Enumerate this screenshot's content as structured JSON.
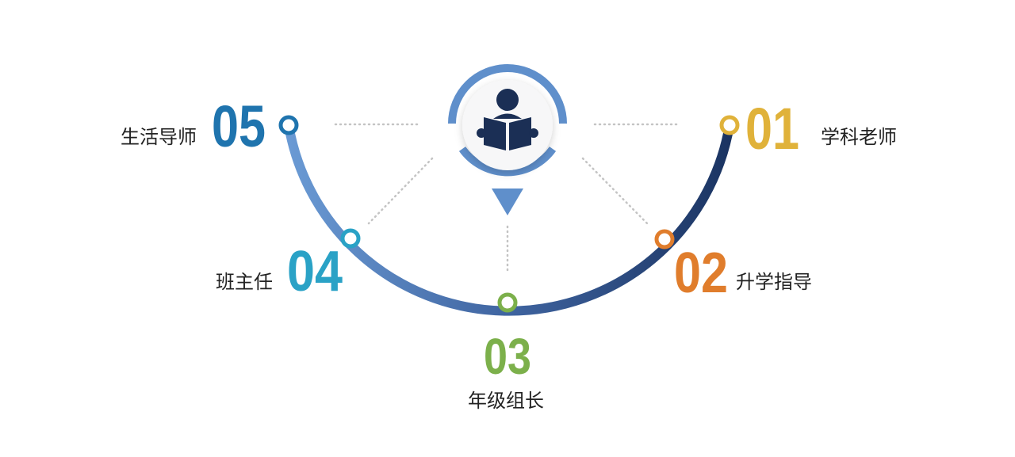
{
  "center": {
    "icon": "person-reading-book-icon"
  },
  "items": [
    {
      "number": "01",
      "label": "学科老师",
      "color": "#e0b23a"
    },
    {
      "number": "02",
      "label": "升学指导",
      "color": "#e07d2c"
    },
    {
      "number": "03",
      "label": "年级组长",
      "color": "#7cb04b"
    },
    {
      "number": "04",
      "label": "班主任",
      "color": "#2aa2c6"
    },
    {
      "number": "05",
      "label": "生活导师",
      "color": "#1f74ae"
    }
  ],
  "colors": {
    "arc_start": "#6a9ad4",
    "arc_end": "#1b3462",
    "ring": "#5f8fcb",
    "icon": "#1b2f55",
    "dots": "#c4c4c4"
  }
}
